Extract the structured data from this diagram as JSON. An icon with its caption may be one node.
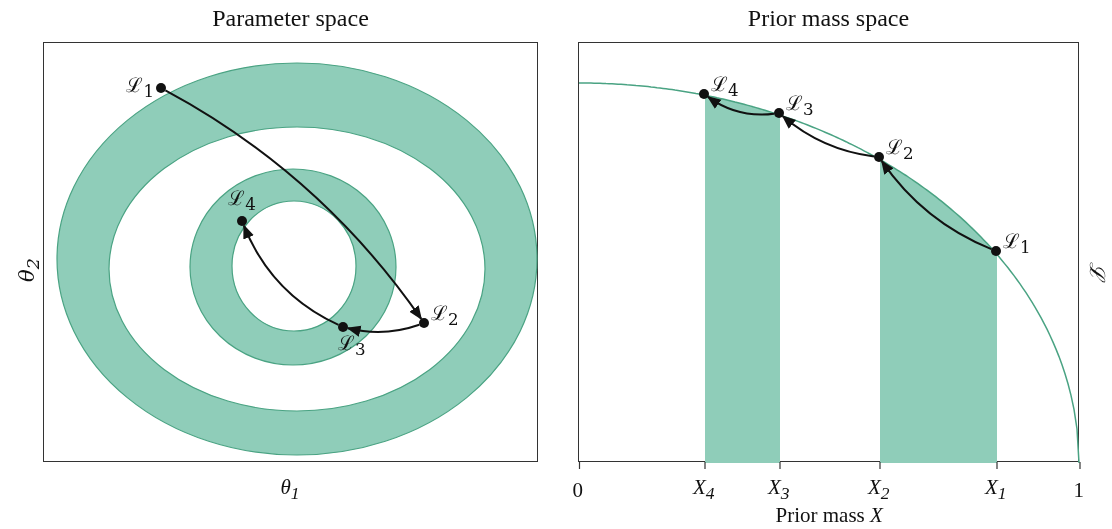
{
  "diagram": {
    "nodes": [
      {
        "text": [
          "Parameter space"
        ]
      },
      {
        "text": [
          "ℒ$_{1}$"
        ],
        "in": 0
      },
      {
        "text": [
          "ℒ$_{2}$"
        ],
        "in": 0
      },
      {
        "text": [
          "ℒ$_{3}$"
        ],
        "in": 0
      },
      {
        "text": [
          "ℒ$_{4}$"
        ],
        "in": 0
      },
      {
        "text": [
          "Prior mass space"
        ]
      },
      {
        "text": [
          "ℒ$_{1}$"
        ],
        "in": 5
      },
      {
        "text": [
          "ℒ$_{2}$"
        ],
        "in": 5
      },
      {
        "text": [
          "ℒ$_{3}$"
        ],
        "in": 5
      },
      {
        "text": [
          "ℒ$_{4}$"
        ],
        "in": 5
      }
    ],
    "edges": [
      {
        "from": 1,
        "to": 2,
        "arrow": "to"
      },
      {
        "from": 2,
        "to": 3,
        "arrow": "to"
      },
      {
        "from": 3,
        "to": 4,
        "arrow": "to"
      },
      {
        "from": 6,
        "to": 7,
        "arrow": "to"
      },
      {
        "from": 7,
        "to": 8,
        "arrow": "to"
      },
      {
        "from": 8,
        "to": 9,
        "arrow": "to"
      }
    ],
    "labels": [
      "θ$_{2}$",
      "θ$_{1}$",
      "ℒ",
      "0",
      "X$_{4}$",
      "X$_{3}$",
      "X$_{2}$",
      "X$_{1}$",
      "1",
      "Prior mass *X*"
    ]
  }
}
